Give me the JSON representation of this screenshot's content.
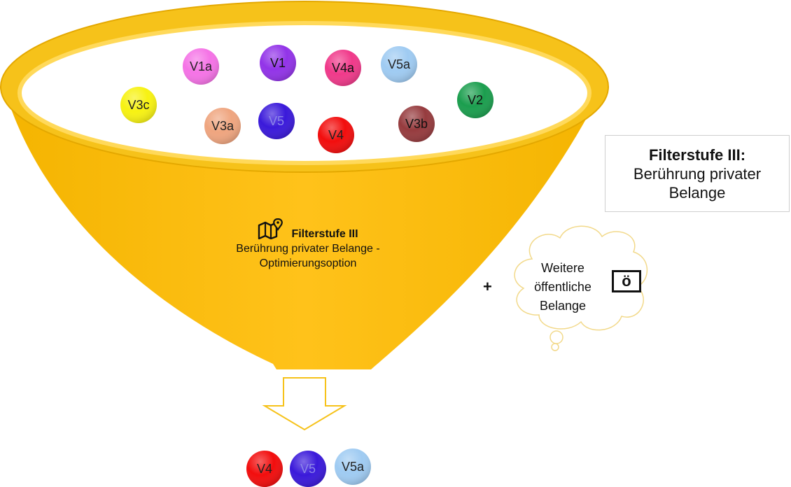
{
  "funnel": {
    "color": "#FBBF0E",
    "rim_color": "#F6C21A",
    "variants": [
      {
        "id": "v1a",
        "label": "V1a",
        "color": "#F573E6",
        "text_color": "#222222"
      },
      {
        "id": "v1",
        "label": "V1",
        "color": "#9233E8",
        "text_color": "#111111"
      },
      {
        "id": "v4a",
        "label": "V4a",
        "color": "#F0398A",
        "text_color": "#111111"
      },
      {
        "id": "v5a",
        "label": "V5a",
        "color": "#9FCBF2",
        "text_color": "#222222"
      },
      {
        "id": "v3c",
        "label": "V3c",
        "color": "#F7F212",
        "text_color": "#222222"
      },
      {
        "id": "v2",
        "label": "V2",
        "color": "#1B9E4E",
        "text_color": "#111111"
      },
      {
        "id": "v3a",
        "label": "V3a",
        "color": "#EFA57F",
        "text_color": "#222222"
      },
      {
        "id": "v5",
        "label": "V5",
        "color": "#3A19DA",
        "text_color": "#8C86E8"
      },
      {
        "id": "v4",
        "label": "V4",
        "color": "#F20D0D",
        "text_color": "#222222"
      },
      {
        "id": "v3b",
        "label": "V3b",
        "color": "#963B3E",
        "text_color": "#111111"
      }
    ],
    "label_title": "Filterstufe III",
    "label_line1": "Berührung privater Belange -",
    "label_line2": "Optimierungsoption",
    "map_icon": "map-pin-icon"
  },
  "info_box": {
    "title": "Filterstufe III:",
    "line1": "Berührung privater",
    "line2": "Belange"
  },
  "addition": {
    "plus": "+",
    "cloud_line1": "Weitere",
    "cloud_line2": "öffentliche",
    "cloud_line3": "Belange",
    "badge": "ö"
  },
  "arrow": {
    "icon": "down-arrow-icon",
    "color": "#F6C21A"
  },
  "result": {
    "variants": [
      {
        "id": "v4",
        "label": "V4",
        "color": "#F20D0D",
        "text_color": "#222222"
      },
      {
        "id": "v5",
        "label": "V5",
        "color": "#3A19DA",
        "text_color": "#8C86E8"
      },
      {
        "id": "v5a",
        "label": "V5a",
        "color": "#9FCBF2",
        "text_color": "#222222"
      }
    ]
  }
}
